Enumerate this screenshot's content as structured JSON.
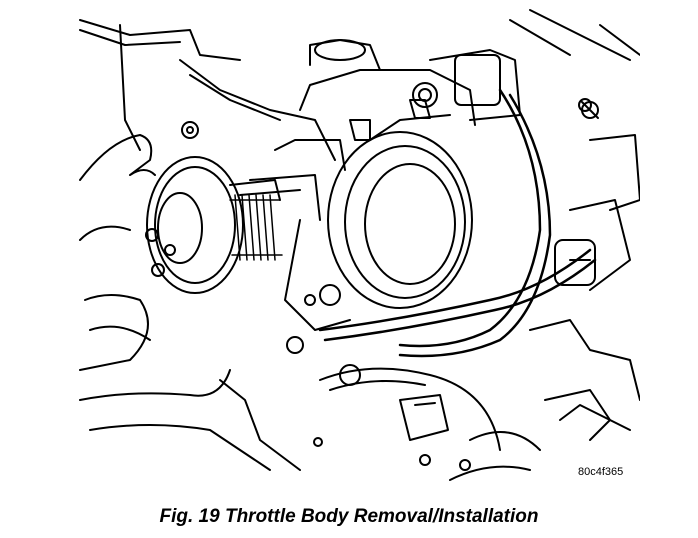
{
  "figure": {
    "caption": "Fig. 19 Throttle Body Removal/Installation",
    "image_code": "80c4f365"
  },
  "illustration": {
    "subject": "throttle body line drawing",
    "stroke_color": "#000000",
    "background_color": "#ffffff"
  }
}
